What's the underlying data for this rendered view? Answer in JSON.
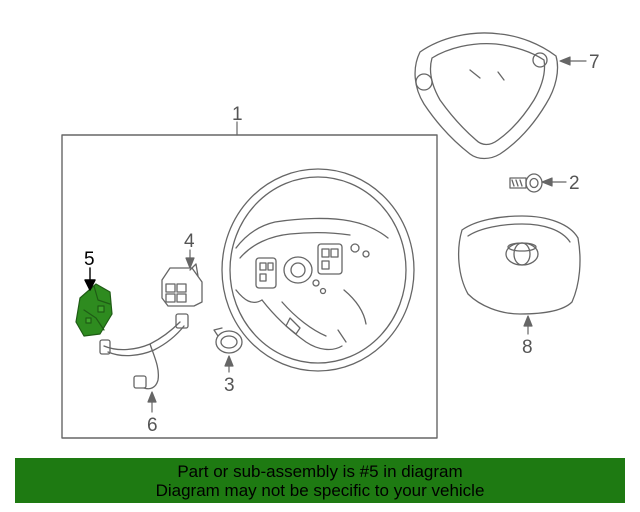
{
  "callouts": {
    "c1": "1",
    "c2": "2",
    "c3": "3",
    "c4": "4",
    "c5": "5",
    "c6": "6",
    "c7": "7",
    "c8": "8"
  },
  "banner": {
    "line1": "Part or sub-assembly is #5 in diagram",
    "line2": "Diagram may not be specific to your vehicle"
  },
  "colors": {
    "line": "#555555",
    "highlight": "#2e8b1f",
    "banner": "#1e7a12"
  }
}
